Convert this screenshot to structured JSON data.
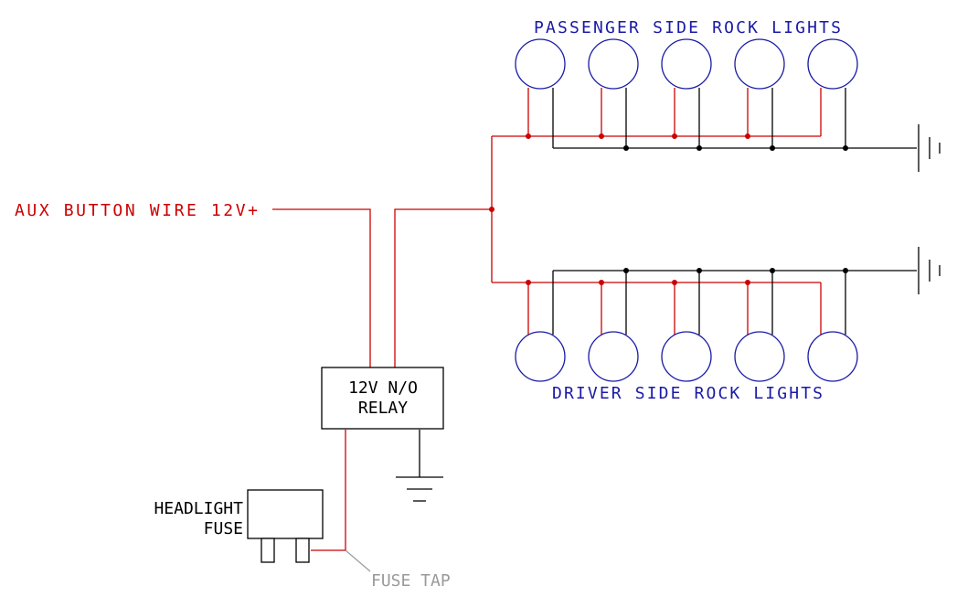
{
  "labels": {
    "passenger_title": "PASSENGER SIDE ROCK LIGHTS",
    "driver_title": "DRIVER SIDE ROCK LIGHTS",
    "aux_wire": "AUX BUTTON WIRE 12V+",
    "relay_line1": "12V N/O",
    "relay_line2": "RELAY",
    "headlight_line1": "HEADLIGHT",
    "headlight_line2": "FUSE",
    "fuse_tap": "FUSE TAP"
  },
  "colors": {
    "positive_wire": "#cc0000",
    "ground_wire": "#000000",
    "light": "#1a1aa6",
    "fuse_tap_label": "#9a9a9a",
    "component_outline": "#000000"
  }
}
